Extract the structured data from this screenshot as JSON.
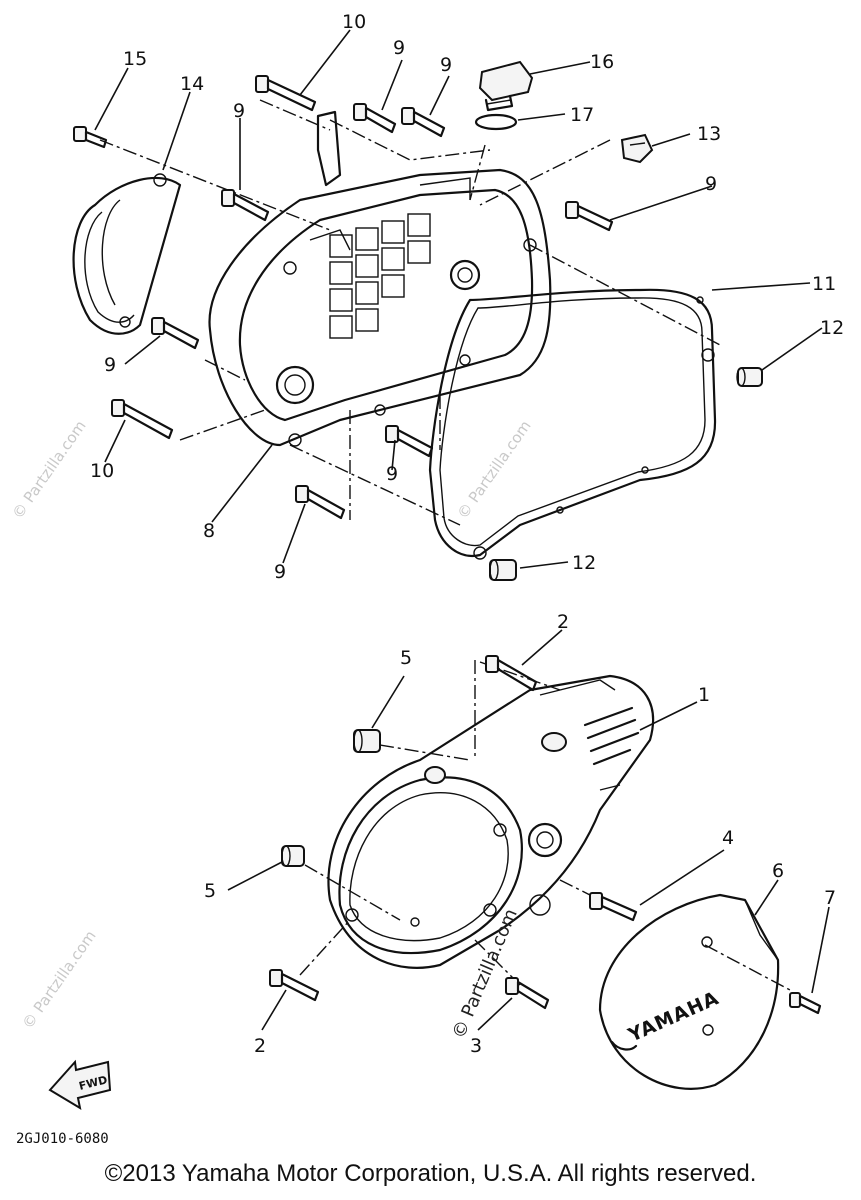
{
  "diagram": {
    "part_code": "2GJ010-6080",
    "copyright": "©2013 Yamaha Motor Corporation, U.S.A. All rights reserved.",
    "watermark": "© Partzilla.com",
    "badge_text": "YAMAHA",
    "fwd_label": "FWD",
    "callouts": [
      "1",
      "2",
      "3",
      "4",
      "5",
      "6",
      "7",
      "8",
      "9",
      "10",
      "11",
      "12",
      "13",
      "14",
      "15",
      "16",
      "17"
    ],
    "callout_positions_note": ""
  }
}
